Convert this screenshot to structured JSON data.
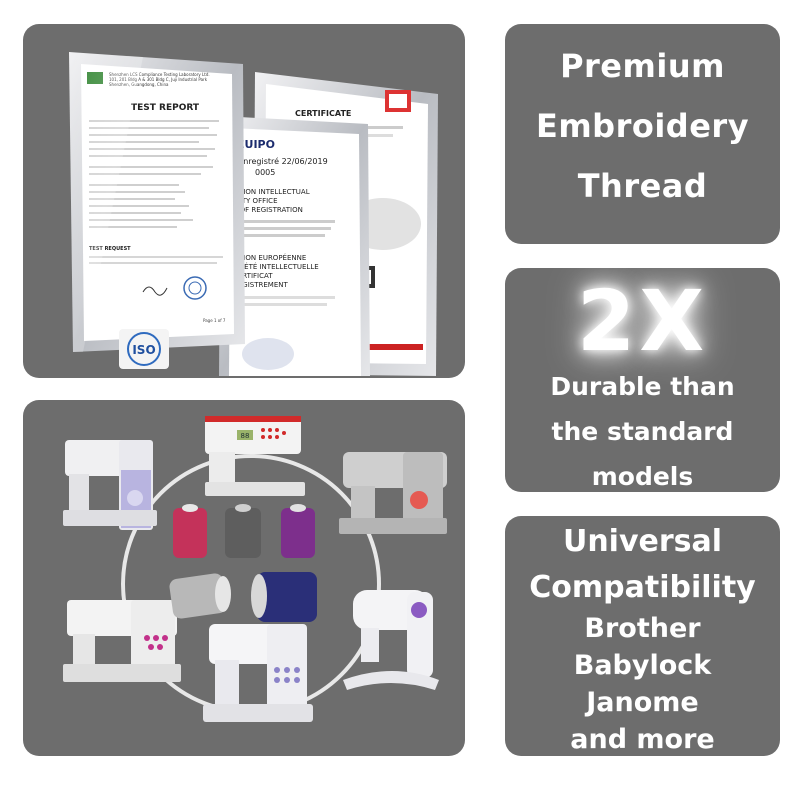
{
  "certificates": {
    "test_report": {
      "title": "TEST REPORT",
      "line_1": "Shenzhen LCS Compliance Testing Laboratory Ltd.",
      "line_2": "101, 201 Bldg A & 301 Bldg C, Juji Industrial Park",
      "line_3": "Shenzhen, Guangdong, China",
      "section": "TEST REQUEST",
      "page": "Page 1 of 7"
    },
    "euipo": {
      "logo": "EUIPO",
      "date": "/ Enregistré 22/06/2019",
      "number": "0005",
      "line_1": "UNION INTELLECTUAL",
      "line_2": "ERTY OFFICE",
      "line_3": "E OF REGISTRATION",
      "line_4": "UNION EUROPÉENNE",
      "line_5": "PRIÉTÉ INTELLECTUELLE",
      "line_6": "CERTIFICAT",
      "line_7": "REGISTREMENT"
    },
    "certificate": {
      "title": "CERTIFICATE"
    },
    "iso_badge": "ISO"
  },
  "machines": {
    "center_machine_display": "88"
  },
  "sidebar": {
    "premium": {
      "line_1": "Premium",
      "line_2": "Embroidery",
      "line_3": "Thread"
    },
    "durable": {
      "multiplier": "2X",
      "line_1": "Durable than",
      "line_2": "the standard",
      "line_3": "models"
    },
    "compat": {
      "title_1": "Universal",
      "title_2": "Compatibility",
      "brand_1": "Brother",
      "brand_2": "Babylock",
      "brand_3": "Janome",
      "brand_4": "and more"
    }
  },
  "colors": {
    "panel": "#6d6d6d",
    "spool_red": "#c4325a",
    "spool_gray": "#5e5e5e",
    "spool_purple": "#7d2f8c",
    "spool_silver": "#b8b8b8",
    "spool_navy": "#2a2f78"
  }
}
